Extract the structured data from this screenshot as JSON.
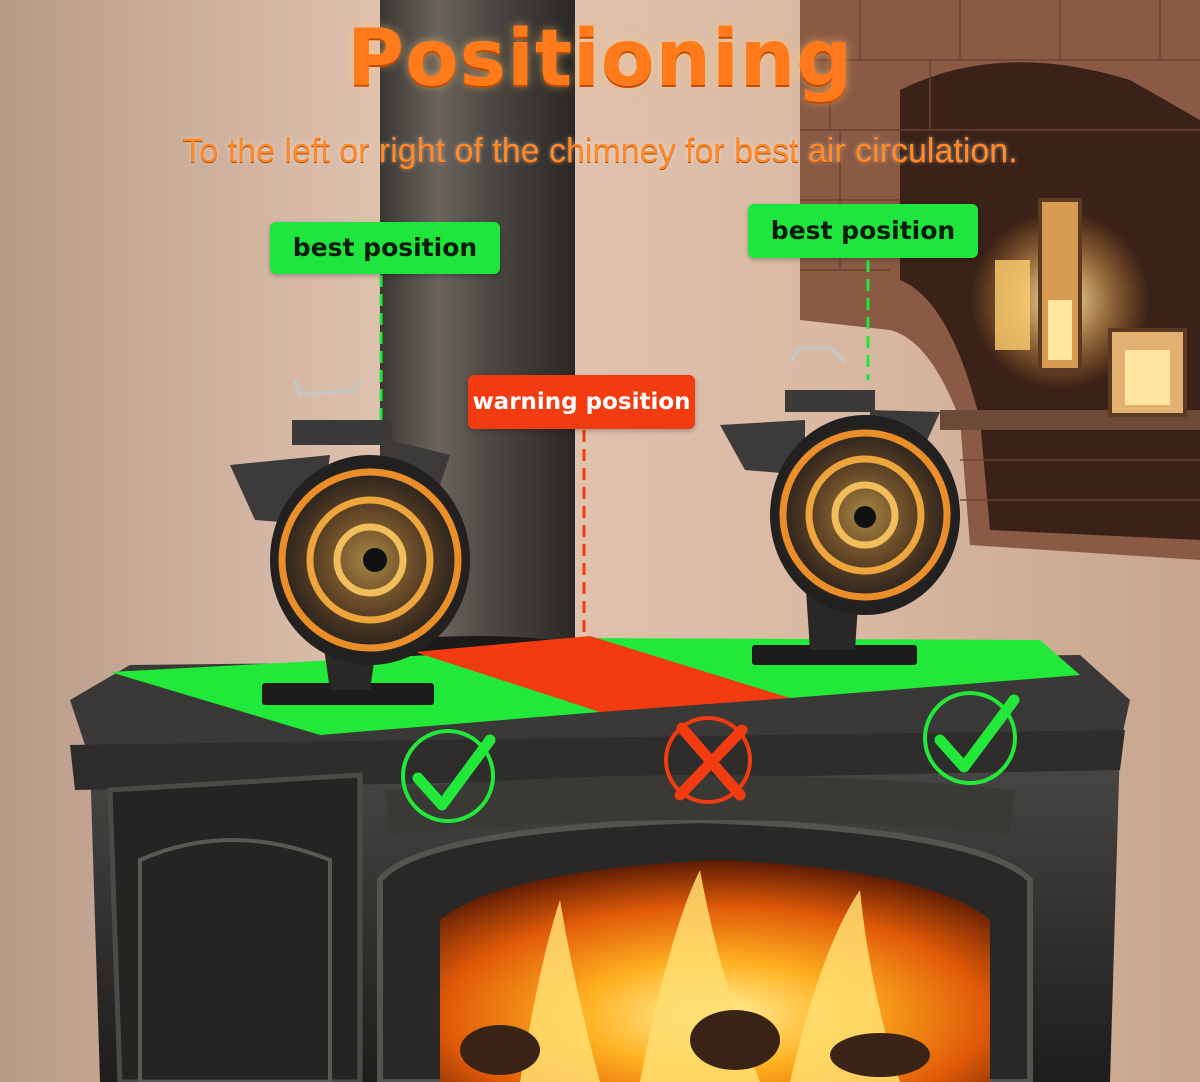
{
  "heading": {
    "title": "Positioning",
    "subtitle": "To the left or right of the chimney for best air circulation."
  },
  "labels": {
    "left_best": "best position",
    "right_best": "best position",
    "warning": "warning position"
  },
  "icons": {
    "left_mark": "check-icon",
    "center_mark": "cross-icon",
    "right_mark": "check-icon"
  },
  "colors": {
    "title": "#ff7a1a",
    "good": "#1ee63c",
    "warning": "#f23b10"
  }
}
